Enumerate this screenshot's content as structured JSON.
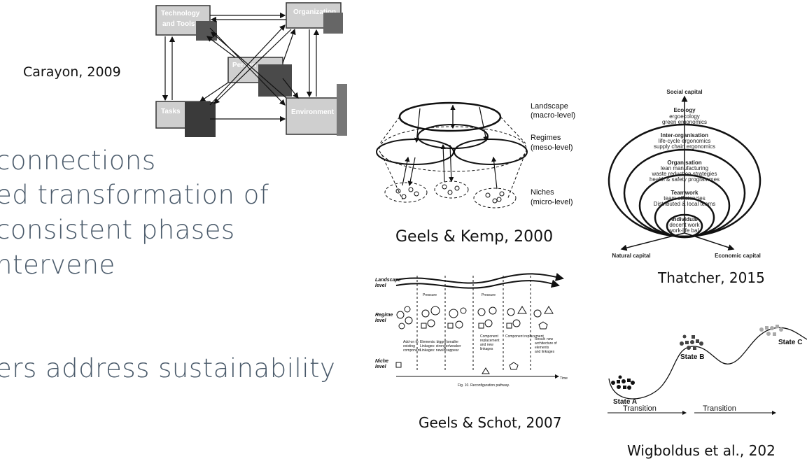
{
  "slide": {
    "bullets": [
      "connections",
      "ed transformation of",
      "consistent phases",
      "ntervene",
      "ers address sustainability"
    ]
  },
  "captions": {
    "carayon": "Carayon, 2009",
    "geels_kemp": "Geels & Kemp, 2000",
    "thatcher": "Thatcher, 2015",
    "geels_schot": "Geels & Schot, 2007",
    "wigboldus": "Wigboldus et al., 202"
  },
  "carayon": {
    "tech": "Technology",
    "tools": "and Tools",
    "organization": "Organization",
    "person": "Person",
    "tasks": "Tasks",
    "environment": "Environment"
  },
  "geels_kemp": {
    "landscape": "Landscape",
    "landscape_sub": "(macro-level)",
    "regimes": "Regimes",
    "regimes_sub": "(meso-level)",
    "niches": "Niches",
    "niches_sub": "(micro-level)"
  },
  "thatcher": {
    "social": "Social capital",
    "ecology": "Ecology",
    "ecology_1": "ergoecology",
    "ecology_2": "green ergonomics",
    "interorg": "Inter-organisation",
    "interorg_1": "life-cycle ergonomics",
    "interorg_2": "supply chain ergonomics",
    "org": "Organisation",
    "org_1": "lean manufacturing",
    "org_2": "waste reduction strategies",
    "org_3": "health & safety programmes",
    "teamwork": "Teamwork",
    "team_1": "team efficiencies",
    "team_2": "Distributed & local teams",
    "individual": "Individual",
    "ind_1": "decent work",
    "ind_2": "work-life bal.",
    "natural": "Natural capital",
    "economic": "Economic capital"
  },
  "geels_schot": {
    "landscape": "Landscape",
    "landscape_l": "level",
    "regime": "Regime",
    "regime_l": "level",
    "niche": "Niche",
    "niche_l": "level",
    "pressure_1": "Pressure",
    "pressure_2": "Pressure",
    "addon_1": "Add-on to",
    "addon_2": "existing",
    "addon_3": "component",
    "elements_1": "Elements: bigger/smaller",
    "elements_2": "Linkages: stronger/weaker",
    "elements_3": "Linkages: new/disappear",
    "comp_1": "Component",
    "comp_2": "replacement",
    "comp_3": "and new",
    "comp_4": "linkages",
    "comprep": "Component replacement",
    "result_1": "Result: new",
    "result_2": "architecture of",
    "result_3": "elements",
    "result_4": "and linkages",
    "time": "Time",
    "fig": "Fig. 10. Reconfiguration pathway."
  },
  "wigboldus": {
    "state_a": "State A",
    "state_b": "State B",
    "state_c": "State C",
    "transition_1": "Transition",
    "transition_2": "Transition"
  }
}
